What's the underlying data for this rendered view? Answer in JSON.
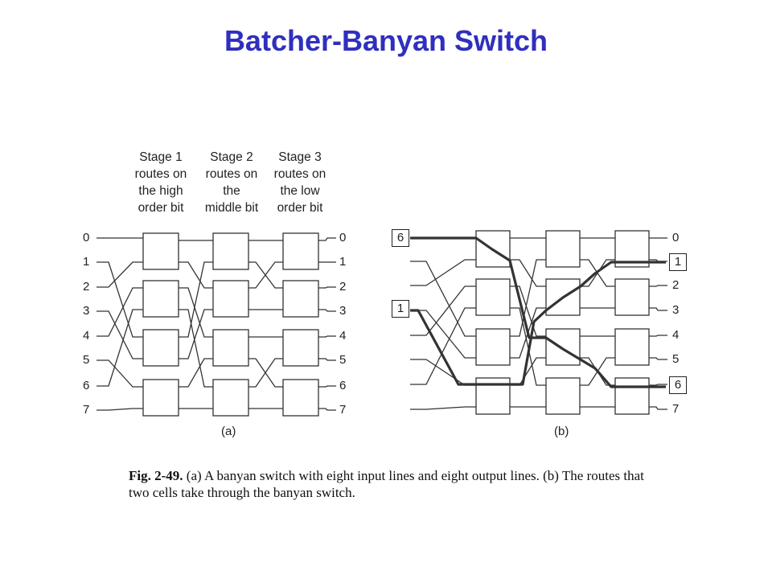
{
  "title": "Batcher-Banyan Switch",
  "title_color": "#2f2fbf",
  "stages": [
    {
      "lines": [
        "Stage 1",
        "routes on",
        "the high",
        "order bit"
      ]
    },
    {
      "lines": [
        "Stage 2",
        "routes on",
        "the",
        "middle bit"
      ]
    },
    {
      "lines": [
        "Stage 3",
        "routes on",
        "the low",
        "order bit"
      ]
    }
  ],
  "inputs_a": [
    "0",
    "1",
    "2",
    "3",
    "4",
    "5",
    "6",
    "7"
  ],
  "outputs_a": [
    "0",
    "1",
    "2",
    "3",
    "4",
    "5",
    "6",
    "7"
  ],
  "outputs_b": [
    "0",
    "1",
    "2",
    "3",
    "4",
    "5",
    "6",
    "7"
  ],
  "cells_b": {
    "input_top": "6",
    "input_mid": "1"
  },
  "sublabels": {
    "a": "(a)",
    "b": "(b)"
  },
  "caption": {
    "fig": "Fig. 2-49.",
    "text": " (a) A banyan switch with eight input lines and eight output lines. (b) The routes that two cells take through the banyan switch."
  }
}
